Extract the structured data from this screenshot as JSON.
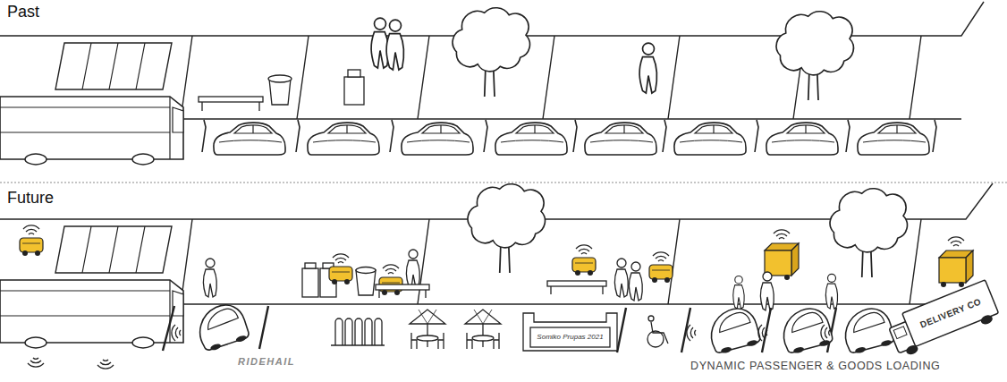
{
  "diagram": {
    "labels": [
      "Past",
      "Future",
      "RIDEHAIL",
      "Somiko Prupas 2021",
      "DYNAMIC PASSENGER & GOODS LOADING",
      "DELIVERY CO"
    ]
  }
}
